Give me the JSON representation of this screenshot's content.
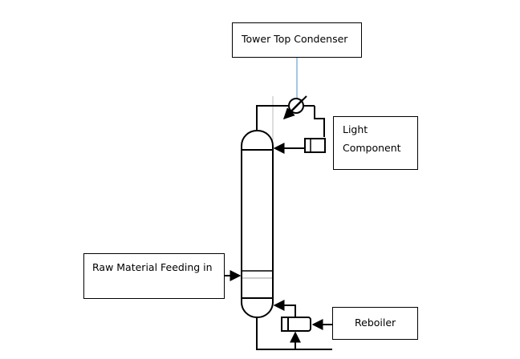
{
  "labels": {
    "condenser": "Tower Top Condenser",
    "light_line1": "Light",
    "light_line2": "Component",
    "feed": "Raw Material Feeding in",
    "reboiler": "Reboiler"
  }
}
